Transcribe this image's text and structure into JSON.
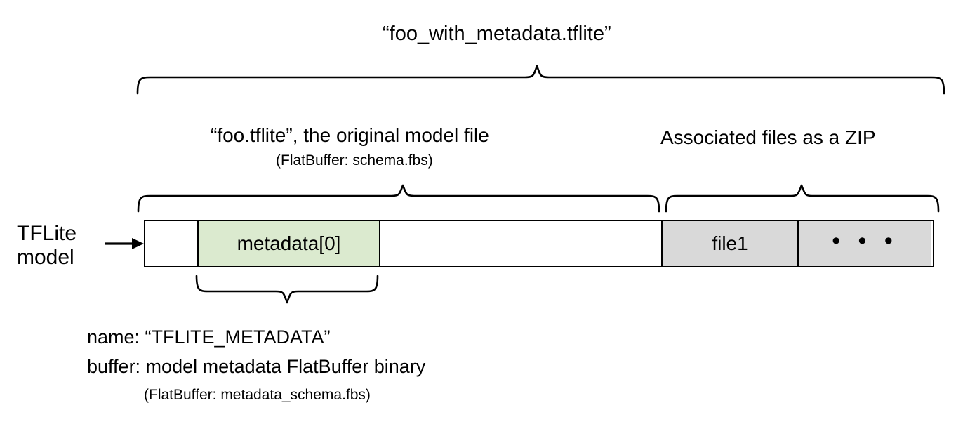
{
  "diagram": {
    "title": "“foo_with_metadata.tflite”",
    "side_label_line1": "TFLite",
    "side_label_line2": "model",
    "model_section": {
      "label": "“foo.tflite”, the original model file",
      "sublabel": "(FlatBuffer: schema.fbs)"
    },
    "zip_section": {
      "label": "Associated files as a ZIP"
    },
    "segments": [
      {
        "id": "blank-head",
        "label": "",
        "fill": "#ffffff"
      },
      {
        "id": "metadata-0",
        "label": "metadata[0]",
        "fill": "#dbeacf"
      },
      {
        "id": "model-body",
        "label": "",
        "fill": "#ffffff"
      },
      {
        "id": "file1",
        "label": "file1",
        "fill": "#d9d9d9"
      },
      {
        "id": "more-files",
        "label": "• • •",
        "fill": "#d9d9d9"
      }
    ],
    "metadata_note": {
      "line1": "name: “TFLITE_METADATA”",
      "line2": "buffer: model metadata FlatBuffer binary",
      "line3": "(FlatBuffer: metadata_schema.fbs)"
    },
    "colors": {
      "metadata_fill": "#dbeacf",
      "zip_fill": "#d9d9d9",
      "stroke": "#000000",
      "background": "#ffffff"
    }
  }
}
